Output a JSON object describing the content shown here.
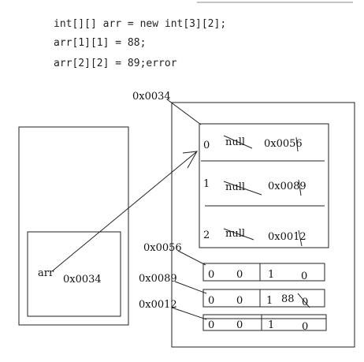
{
  "code_lines": [
    "int[][] arr = new int[3][2];",
    "arr[1][1] = 88;",
    "arr[2][2] = 89;error"
  ],
  "stack": {
    "var_name": "arr",
    "var_value": "0x0034"
  },
  "heap": {
    "outer_address": "0x0034",
    "outer_rows": [
      {
        "index": "0",
        "old": "null",
        "value": "0x0056"
      },
      {
        "index": "1",
        "old": "null",
        "value": "0x0089"
      },
      {
        "index": "2",
        "old": "null",
        "value": "0x0012"
      }
    ],
    "inner_arrays": [
      {
        "address": "0x0056",
        "cells": [
          "0",
          "0",
          "1",
          "0"
        ]
      },
      {
        "address": "0x0089",
        "cells": [
          "0",
          "0",
          "1",
          "88",
          "0"
        ]
      },
      {
        "address": "0x0012",
        "cells": [
          "0",
          "0",
          "1",
          "0"
        ]
      }
    ]
  }
}
